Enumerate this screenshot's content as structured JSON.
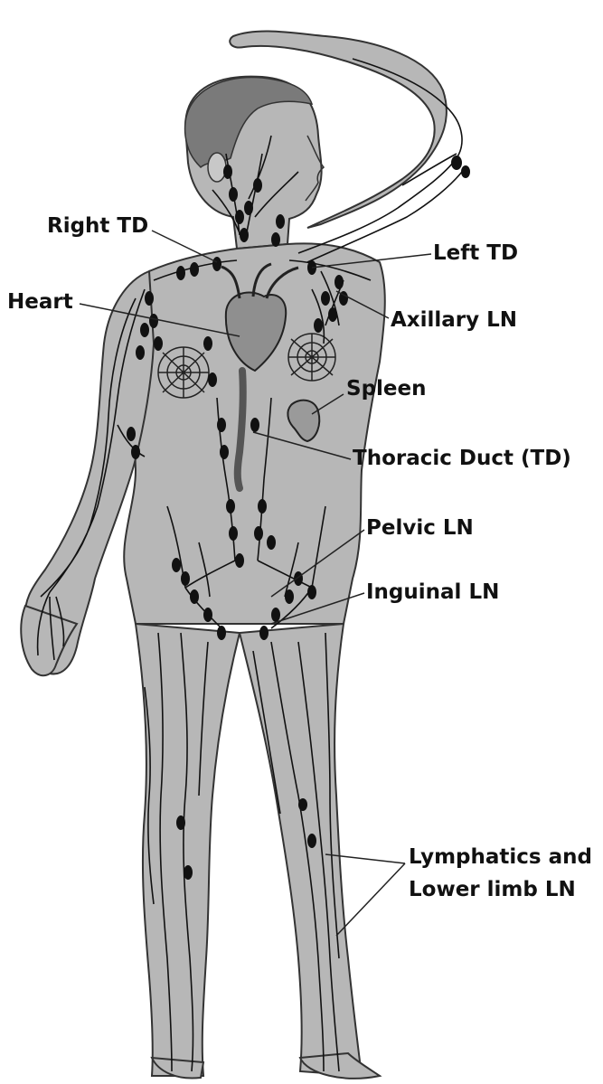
{
  "labels": {
    "right_td": "Right TD",
    "left_td": "Left TD",
    "heart": "Heart",
    "axillary_ln": "Axillary LN",
    "spleen": "Spleen",
    "thoracic_duct": "Thoracic Duct (TD)",
    "pelvic_ln": "Pelvic LN",
    "inguinal_ln": "Inguinal LN",
    "lower_limb_line1": "Lymphatics and",
    "lower_limb_line2": "Lower limb LN"
  },
  "colors": {
    "skin": "#b7b7b7",
    "hair": "#7a7a7a",
    "vessel": "#111111",
    "heart": "#8f8f8f",
    "spleen": "#9a9a9a"
  }
}
